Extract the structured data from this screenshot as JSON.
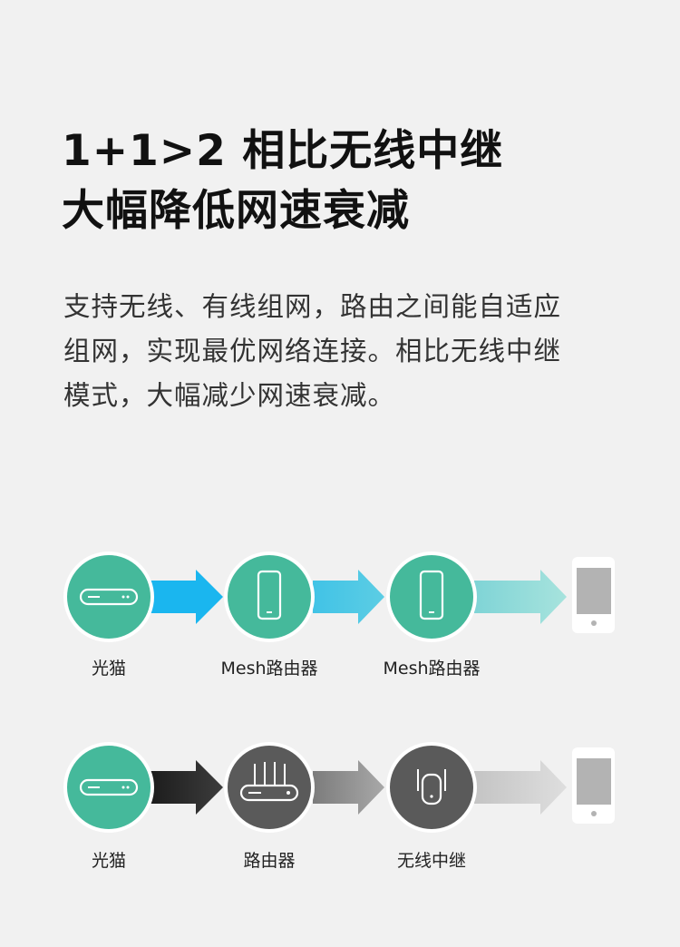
{
  "headline": {
    "line1": "1+1>2 相比无线中继",
    "line2": "大幅降低网速衰减"
  },
  "description": {
    "lines": [
      "支持无线、有线组网，路由之间能自适应",
      "组网，实现最优网络连接。相比无线中继",
      "模式，大幅减少网速衰减。"
    ]
  },
  "mesh_flow": {
    "labels": [
      "光猫",
      "Mesh路由器",
      "Mesh路由器"
    ],
    "circle_color": "#45b99b",
    "arrow_colors": [
      "#1ab6ef",
      "#4ec6e4",
      "#93dcd8"
    ]
  },
  "repeater_flow": {
    "labels": [
      "光猫",
      "路由器",
      "无线中继"
    ],
    "circle_colors": [
      "#45b99b",
      "#5a5a5a",
      "#5a5a5a"
    ],
    "arrow_colors": [
      "#333333",
      "#8f8f8f",
      "#d0d0d0"
    ]
  }
}
